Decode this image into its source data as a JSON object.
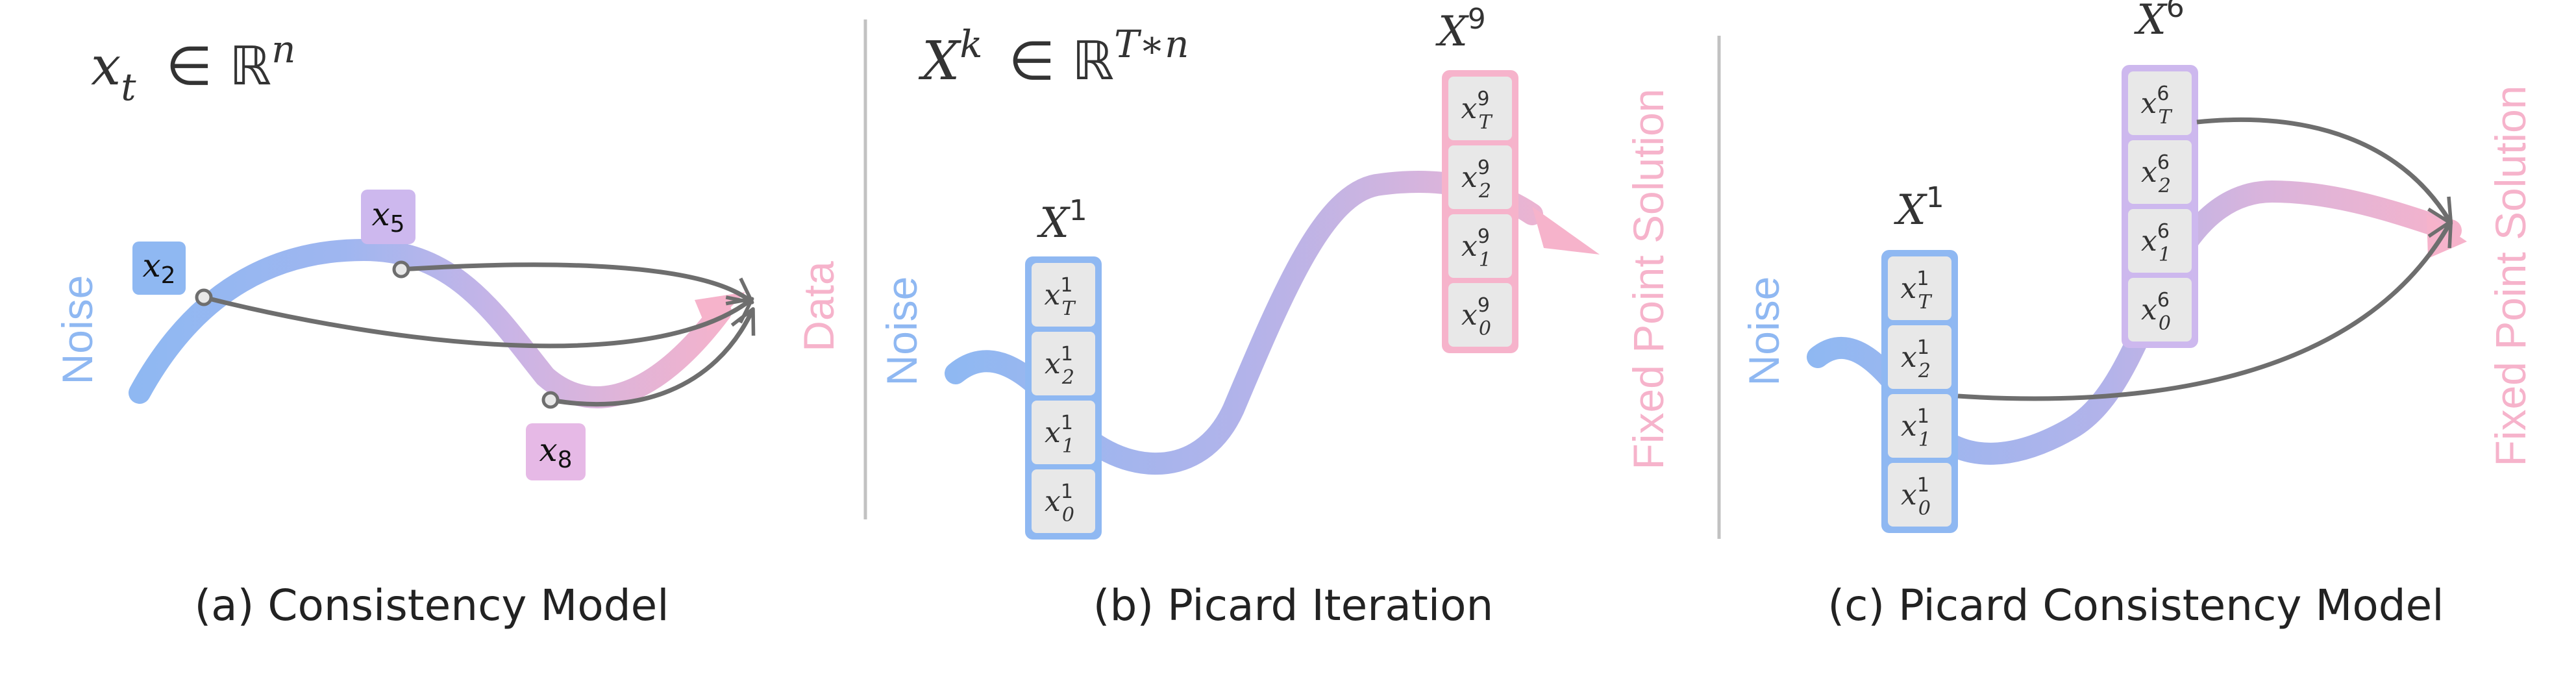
{
  "colors": {
    "noise": "#8fb8f2",
    "data": "#f6b3cb",
    "mid": "#c9b4e6",
    "arrow": "#6e6e6e",
    "cellFill": "#e8e8e8",
    "x2Badge": "#8fb8f2",
    "x5Badge": "#cdb8ee",
    "x8Badge": "#e6b9e6",
    "divider": "#c2c2c2"
  },
  "panels": [
    {
      "caption": "(a) Consistency Model",
      "header": {
        "base": "x",
        "sub": "t",
        "set": "ℝ",
        "sup": "n"
      },
      "noise_label": "Noise",
      "end_label": "Data",
      "badges": [
        {
          "base": "x",
          "sub": "2"
        },
        {
          "base": "x",
          "sub": "5"
        },
        {
          "base": "x",
          "sub": "8"
        }
      ]
    },
    {
      "caption": "(b) Picard Iteration",
      "header": {
        "base": "X",
        "sup": "k",
        "set": "ℝ",
        "setsup": "T∗n"
      },
      "noise_label": "Noise",
      "end_label": "Fixed Point Solution",
      "columns": [
        {
          "title": "X",
          "sup": "1",
          "cells": [
            {
              "sub": "T",
              "sup": "1"
            },
            {
              "sub": "2",
              "sup": "1"
            },
            {
              "sub": "1",
              "sup": "1"
            },
            {
              "sub": "0",
              "sup": "1"
            }
          ]
        },
        {
          "title": "X",
          "sup": "9",
          "cells": [
            {
              "sub": "T",
              "sup": "9"
            },
            {
              "sub": "2",
              "sup": "9"
            },
            {
              "sub": "1",
              "sup": "9"
            },
            {
              "sub": "0",
              "sup": "9"
            }
          ]
        }
      ]
    },
    {
      "caption": "(c) Picard Consistency Model",
      "noise_label": "Noise",
      "end_label": "Fixed Point Solution",
      "columns": [
        {
          "title": "X",
          "sup": "1",
          "cells": [
            {
              "sub": "T",
              "sup": "1"
            },
            {
              "sub": "2",
              "sup": "1"
            },
            {
              "sub": "1",
              "sup": "1"
            },
            {
              "sub": "0",
              "sup": "1"
            }
          ]
        },
        {
          "title": "X",
          "sup": "6",
          "cells": [
            {
              "sub": "T",
              "sup": "6"
            },
            {
              "sub": "2",
              "sup": "6"
            },
            {
              "sub": "1",
              "sup": "6"
            },
            {
              "sub": "0",
              "sup": "6"
            }
          ]
        }
      ]
    }
  ]
}
